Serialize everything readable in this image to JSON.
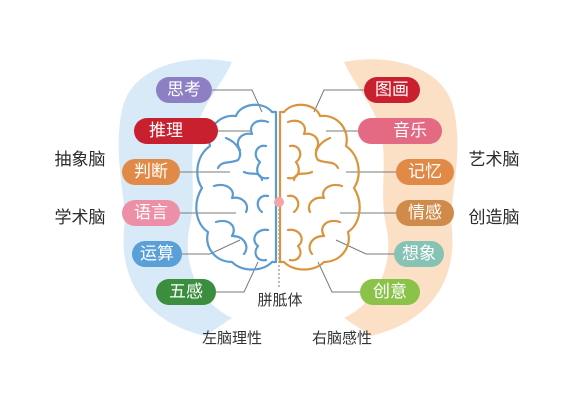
{
  "left": {
    "side_labels": [
      "抽象脑",
      "学术脑"
    ],
    "pills": [
      {
        "label": "思考",
        "color": "#8E7EC4"
      },
      {
        "label": "推理",
        "color": "#C8202F"
      },
      {
        "label": "判断",
        "color": "#E18A47"
      },
      {
        "label": "语言",
        "color": "#EE8FA8"
      },
      {
        "label": "运算",
        "color": "#5A9FD8"
      },
      {
        "label": "五感",
        "color": "#3B8E3E"
      }
    ],
    "caption": "左脑理性"
  },
  "right": {
    "side_labels": [
      "艺术脑",
      "创造脑"
    ],
    "pills": [
      {
        "label": "图画",
        "color": "#C8202F"
      },
      {
        "label": "音乐",
        "color": "#E46A84"
      },
      {
        "label": "记忆",
        "color": "#E18A47"
      },
      {
        "label": "情感",
        "color": "#D08A4A"
      },
      {
        "label": "想象",
        "color": "#86C3B4"
      },
      {
        "label": "创意",
        "color": "#8BC34A"
      }
    ],
    "caption": "右脑感性"
  },
  "center_label": "胼胝体",
  "colors": {
    "left_panel": "#D8EAF7",
    "right_panel": "#FBE0C6",
    "left_brain": "#5B9BD0",
    "right_brain": "#D9953E",
    "corpus_dot": "#F4A6A6",
    "leader_line": "#7a7a7a"
  }
}
